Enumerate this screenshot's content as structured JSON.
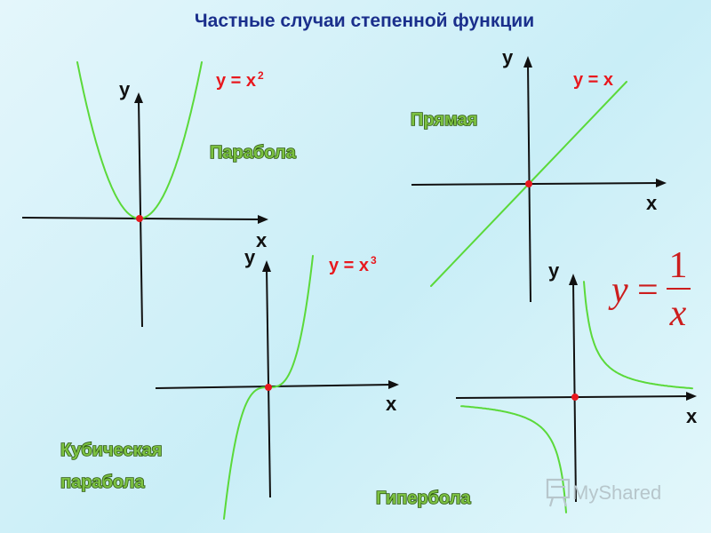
{
  "title": "Частные случаи степенной функции",
  "colors": {
    "title": "#1a2f8c",
    "axis": "#111111",
    "curve": "#5bd93a",
    "point": "#e8181e",
    "equation": "#e8181e",
    "fraction": "#cc1d1d",
    "name_fill": "#7cc142",
    "name_stroke": "#2e5a12"
  },
  "axis_labels": {
    "x": "x",
    "y": "y"
  },
  "parabola": {
    "equation": {
      "base": "y = x",
      "exp": "2"
    },
    "name": "Парабола"
  },
  "line": {
    "equation": {
      "base": "y = x"
    },
    "name": "Прямая"
  },
  "cubic": {
    "equation": {
      "base": "y = x",
      "exp": "3"
    },
    "name_line1": "Кубическая",
    "name_line2": "парабола"
  },
  "hyperbola": {
    "equation": {
      "lhs": "y",
      "eq": "=",
      "num": "1",
      "den": "x"
    },
    "name": "Гипербола"
  },
  "watermark": {
    "text": "MyShared",
    "icon": "presentation-board-icon"
  }
}
